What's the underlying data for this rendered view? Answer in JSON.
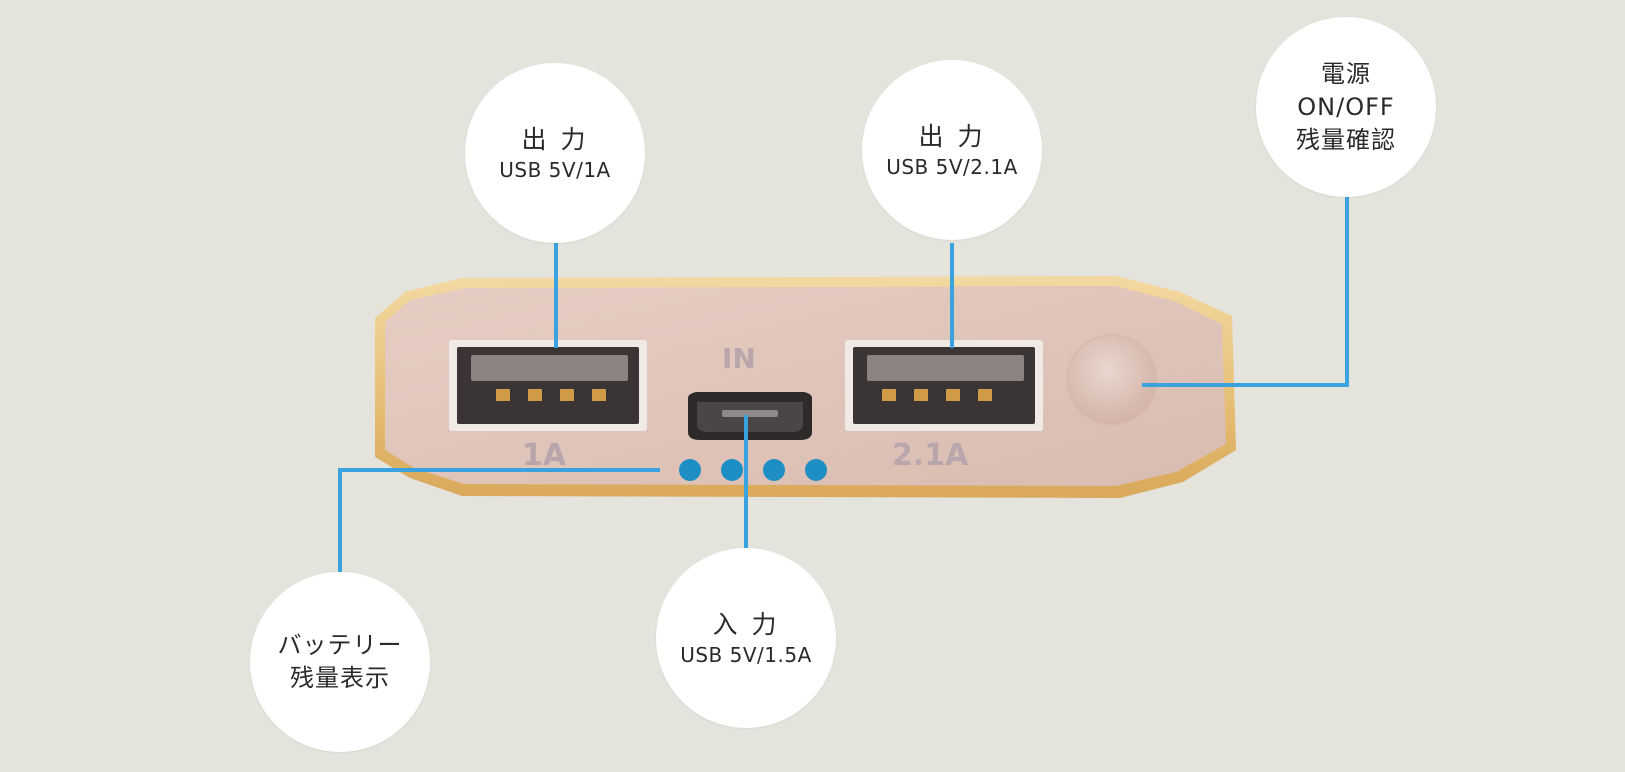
{
  "device": {
    "input_port_label": "IN",
    "usb_left_label": "1A",
    "usb_right_label": "2.1A",
    "led_count": 4,
    "colors": {
      "background": "#e4e3dc",
      "body_rim": "#e8c27a",
      "body_face": "#dfc3b8",
      "leader_line": "#3aa3df",
      "led": "#1e8fc4"
    }
  },
  "callouts": {
    "output_1a": {
      "title": "出 力",
      "spec": "USB 5V/1A"
    },
    "output_2_1a": {
      "title": "出 力",
      "spec": "USB 5V/2.1A"
    },
    "power": {
      "line1": "電源",
      "line2": "ON/OFF",
      "line3": "残量確認"
    },
    "battery": {
      "line1": "バッテリー",
      "line2": "残量表示"
    },
    "input": {
      "title": "入 力",
      "spec": "USB 5V/1.5A"
    }
  }
}
